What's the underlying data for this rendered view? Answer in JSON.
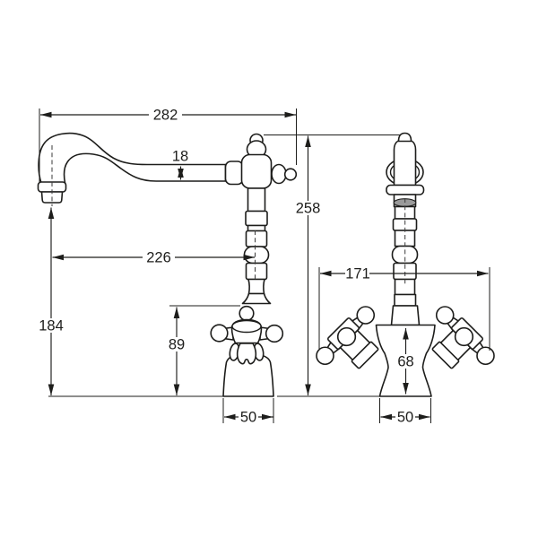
{
  "figure": {
    "colors": {
      "line": "#1d1d1b",
      "paper": "#ffffff",
      "shade_fill": "#9a9a9a"
    },
    "side_view": {
      "dimensions": {
        "overall_width": "282",
        "spout_tube_height": "18",
        "spout_reach": "226",
        "outlet_height": "184",
        "handle_height": "89",
        "base_width": "50",
        "overall_height": "258"
      }
    },
    "front_view": {
      "dimensions": {
        "handle_span": "171",
        "body_height": "68",
        "base_width": "50"
      }
    }
  }
}
